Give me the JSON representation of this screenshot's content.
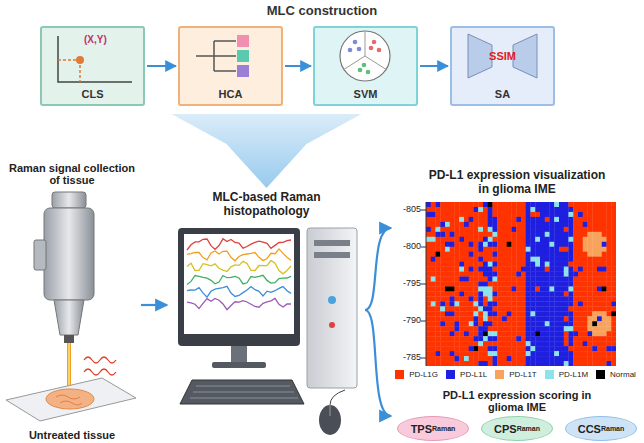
{
  "diagram": {
    "nodes": [
      {
        "text": [
          "MLC construction"
        ]
      },
      {
        "text": [
          "CLS"
        ],
        "in": 0
      },
      {
        "text": [
          "HCA"
        ],
        "in": 0
      },
      {
        "text": [
          "SVM"
        ],
        "in": 0
      },
      {
        "text": [
          "SA"
        ],
        "in": 0
      },
      {
        "text": [
          "Raman signal collection of tissue",
          "Untreated tissue"
        ]
      },
      {
        "text": [
          "MLC-based Raman histopathology"
        ]
      },
      {
        "text": [
          "PD-L1 expression visualization in glioma IME"
        ]
      },
      {
        "text": [
          "PD-L1 expression scoring in glioma IME"
        ]
      },
      {
        "text": [
          "TPS",
          "Raman"
        ],
        "in": 8
      },
      {
        "text": [
          "CPS",
          "Raman"
        ],
        "in": 8
      },
      {
        "text": [
          "CCS",
          "Raman"
        ],
        "in": 8
      }
    ],
    "edges": [
      {
        "from": 1,
        "to": 2,
        "arrow": "to"
      },
      {
        "from": 2,
        "to": 3,
        "arrow": "to"
      },
      {
        "from": 3,
        "to": 4,
        "arrow": "to"
      },
      {
        "from": 0,
        "to": 6,
        "arrow": "to"
      },
      {
        "from": 5,
        "to": 6,
        "arrow": "to"
      },
      {
        "from": 6,
        "to": 7,
        "arrow": "to"
      },
      {
        "from": 6,
        "to": 8,
        "arrow": "to"
      }
    ],
    "labels": [
      "(X,Y)",
      "SSIM",
      "-805",
      "-800",
      "-795",
      "-790",
      "-785"
    ],
    "legend": [
      {
        "text": "PD-L1G",
        "color": "#ff3300"
      },
      {
        "text": "PD-L1L",
        "color": "#1f1fe0"
      },
      {
        "text": "PD-L1T",
        "color": "#f7a35c"
      },
      {
        "text": "PD-L1M",
        "color": "#8de3ea"
      },
      {
        "text": "Normal",
        "color": "#000000"
      }
    ]
  }
}
